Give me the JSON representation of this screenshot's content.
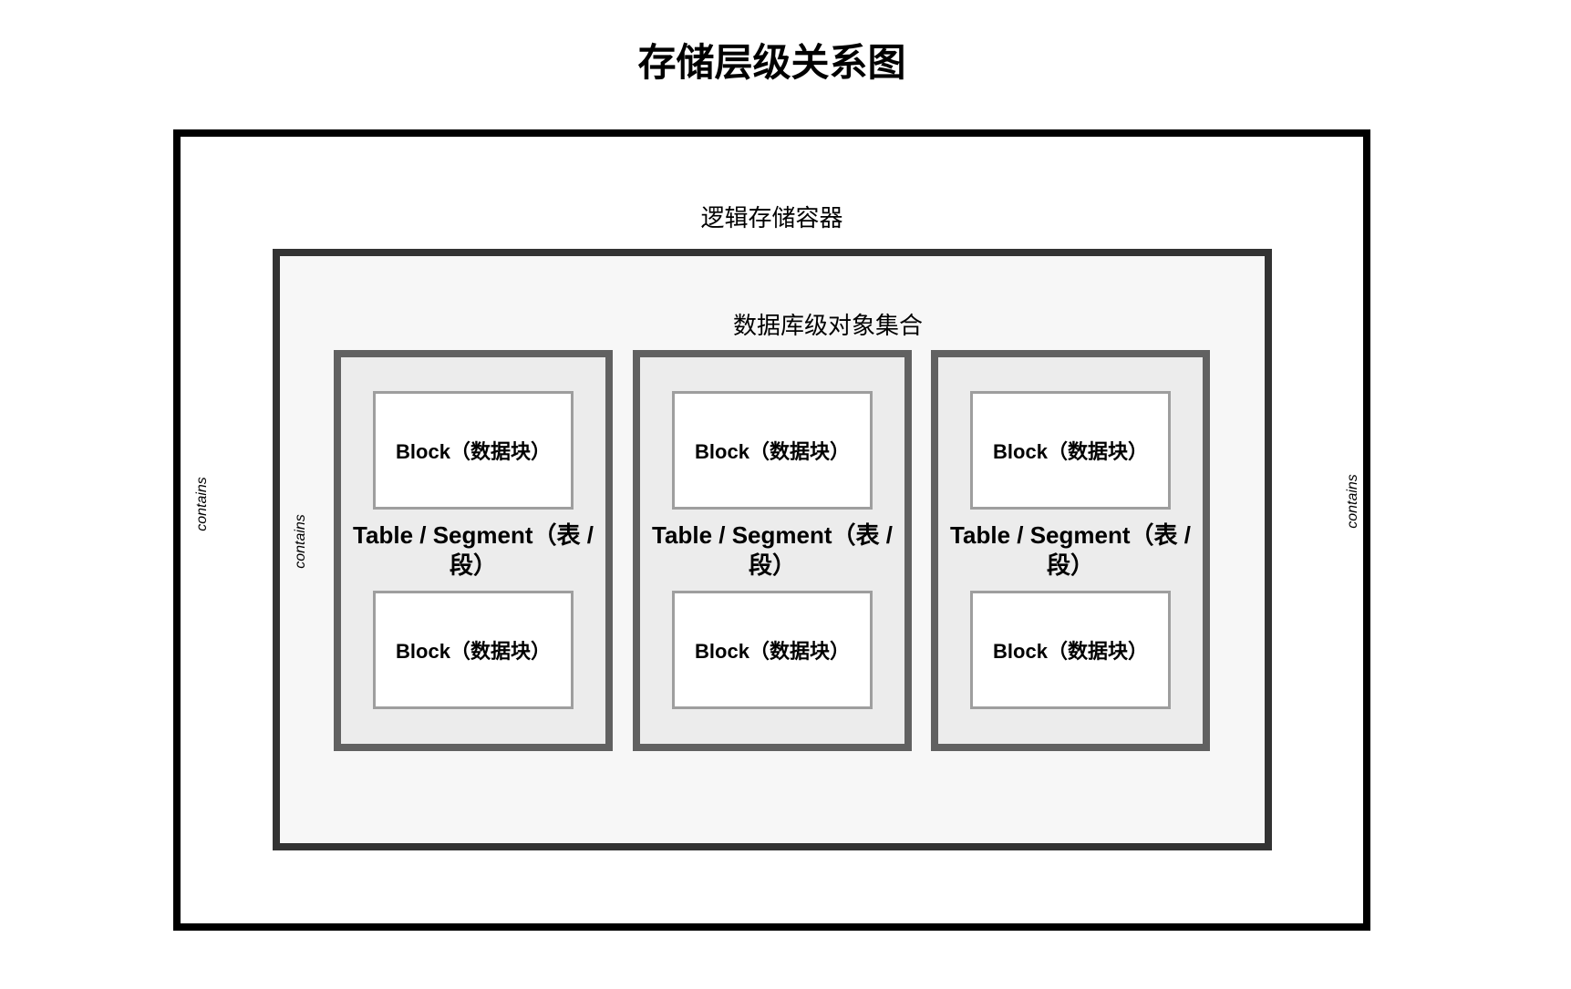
{
  "diagram": {
    "title": "存储层级关系图",
    "outer_container": {
      "label": "逻辑存储容器",
      "inner_container": {
        "label": "数据库级对象集合",
        "segments": [
          {
            "label": "Table / Segment（表 / 段）",
            "blocks": [
              "Block（数据块）",
              "Block（数据块）"
            ]
          },
          {
            "label": "Table / Segment（表 / 段）",
            "blocks": [
              "Block（数据块）",
              "Block（数据块）"
            ]
          },
          {
            "label": "Table / Segment（表 / 段）",
            "blocks": [
              "Block（数据块）",
              "Block（数据块）"
            ]
          }
        ]
      }
    },
    "relation_labels": [
      "contains",
      "contains",
      "contains"
    ]
  },
  "colors": {
    "page_background": "#ffffff",
    "outer_border": "#000000",
    "inner_border": "#333333",
    "inner_background": "#f7f7f7",
    "segment_border": "#616161",
    "segment_background": "#ececec",
    "block_border": "#9e9e9e",
    "block_background": "#ffffff",
    "text": "#000000"
  }
}
